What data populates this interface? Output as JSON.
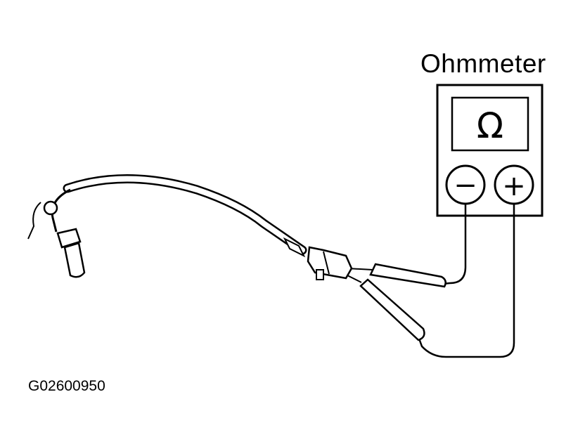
{
  "meter": {
    "title": "Ohmmeter",
    "display_symbol": "Ω",
    "negative_terminal": "−",
    "positive_terminal": "+"
  },
  "figure_code": "G02600950",
  "icons": [
    "ohmmeter-icon",
    "sensor-icon",
    "connector-icon",
    "probe-icon"
  ]
}
